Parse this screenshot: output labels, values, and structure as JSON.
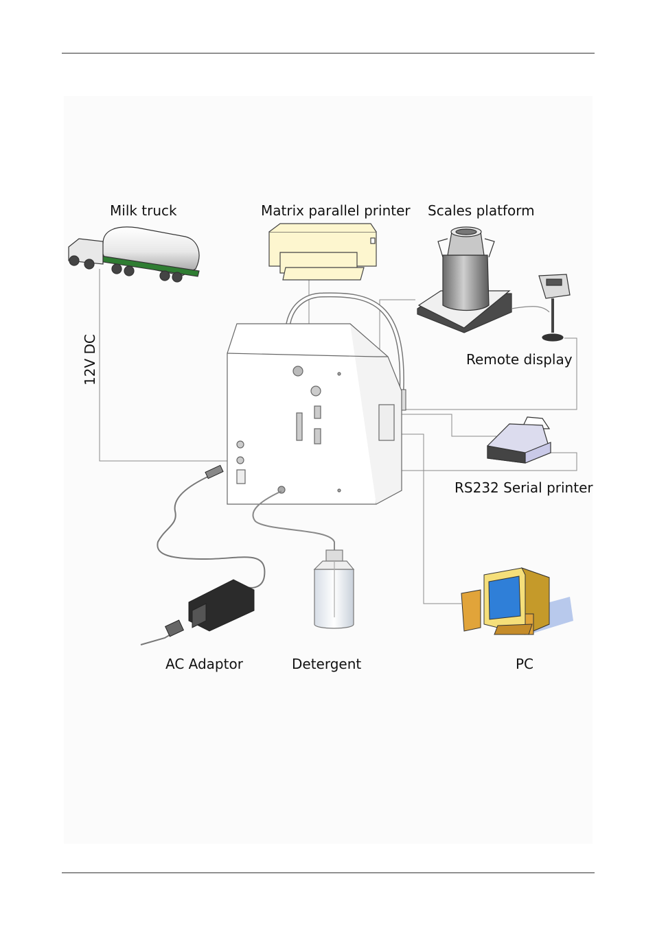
{
  "labels": {
    "milk_truck": "Milk truck",
    "matrix_printer": "Matrix parallel printer",
    "scales_platform": "Scales platform",
    "remote_display": "Remote display",
    "rs232_printer": "RS232 Serial printer",
    "pc": "PC",
    "ac_adaptor": "AC Adaptor",
    "detergent": "Detergent",
    "power": "12V DC"
  },
  "colors": {
    "printer_fill": "#fdf6cf",
    "monitor_fill": "#f5df7a",
    "screen": "#2f7fd8",
    "shadow": "#b8c9ec",
    "truck_frame": "#2f7d32",
    "wire": "#888888"
  }
}
